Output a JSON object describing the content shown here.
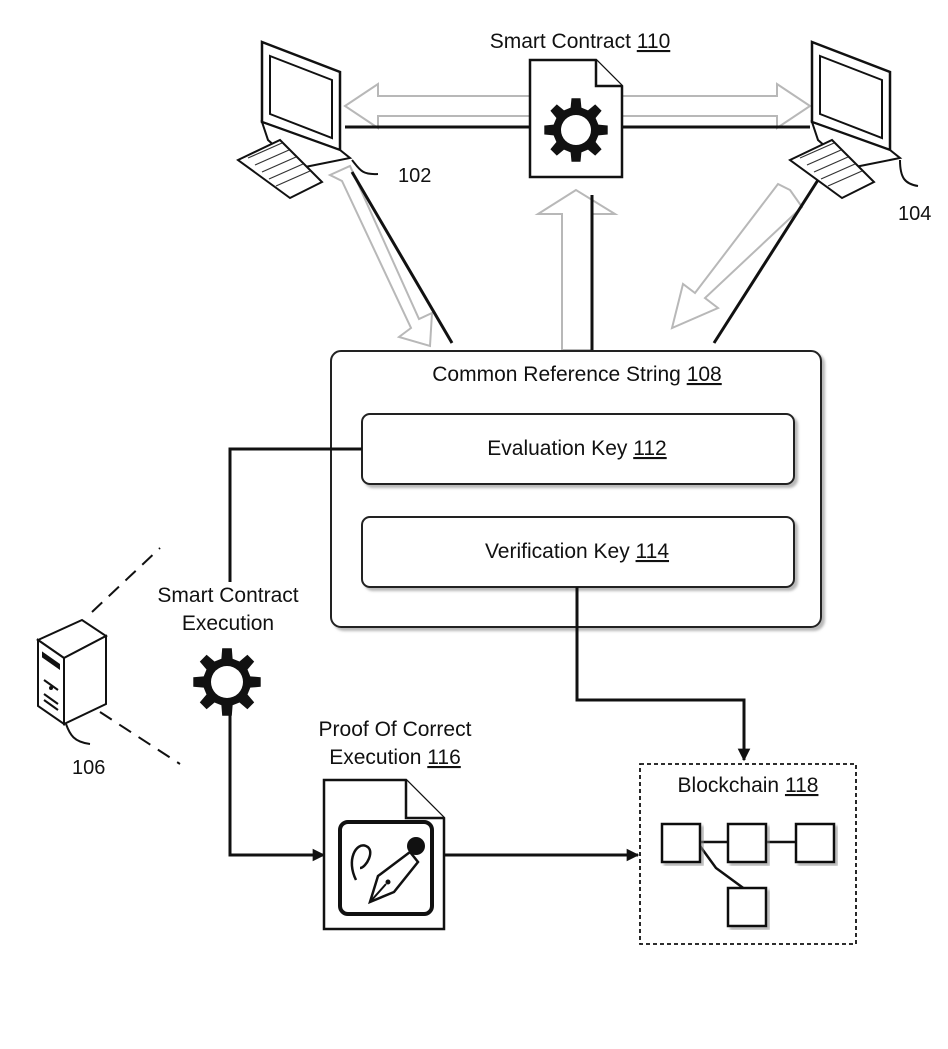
{
  "smart_contract": {
    "label": "Smart Contract",
    "ref": "110"
  },
  "device_a": {
    "ref": "102"
  },
  "device_b": {
    "ref": "104"
  },
  "server": {
    "ref": "106"
  },
  "crs": {
    "label": "Common Reference String",
    "ref": "108",
    "evaluation_key": {
      "label": "Evaluation Key",
      "ref": "112"
    },
    "verification_key": {
      "label": "Verification Key",
      "ref": "114"
    }
  },
  "execution": {
    "line1": "Smart Contract",
    "line2": "Execution"
  },
  "proof": {
    "line1": "Proof Of Correct",
    "line2": "Execution",
    "ref": "116"
  },
  "blockchain": {
    "label": "Blockchain",
    "ref": "118"
  },
  "icons": {
    "computer": "computer-icon",
    "server": "server-icon",
    "document": "document-icon",
    "gear": "gear-icon",
    "pen": "fountain-pen-icon",
    "block": "block-icon"
  }
}
